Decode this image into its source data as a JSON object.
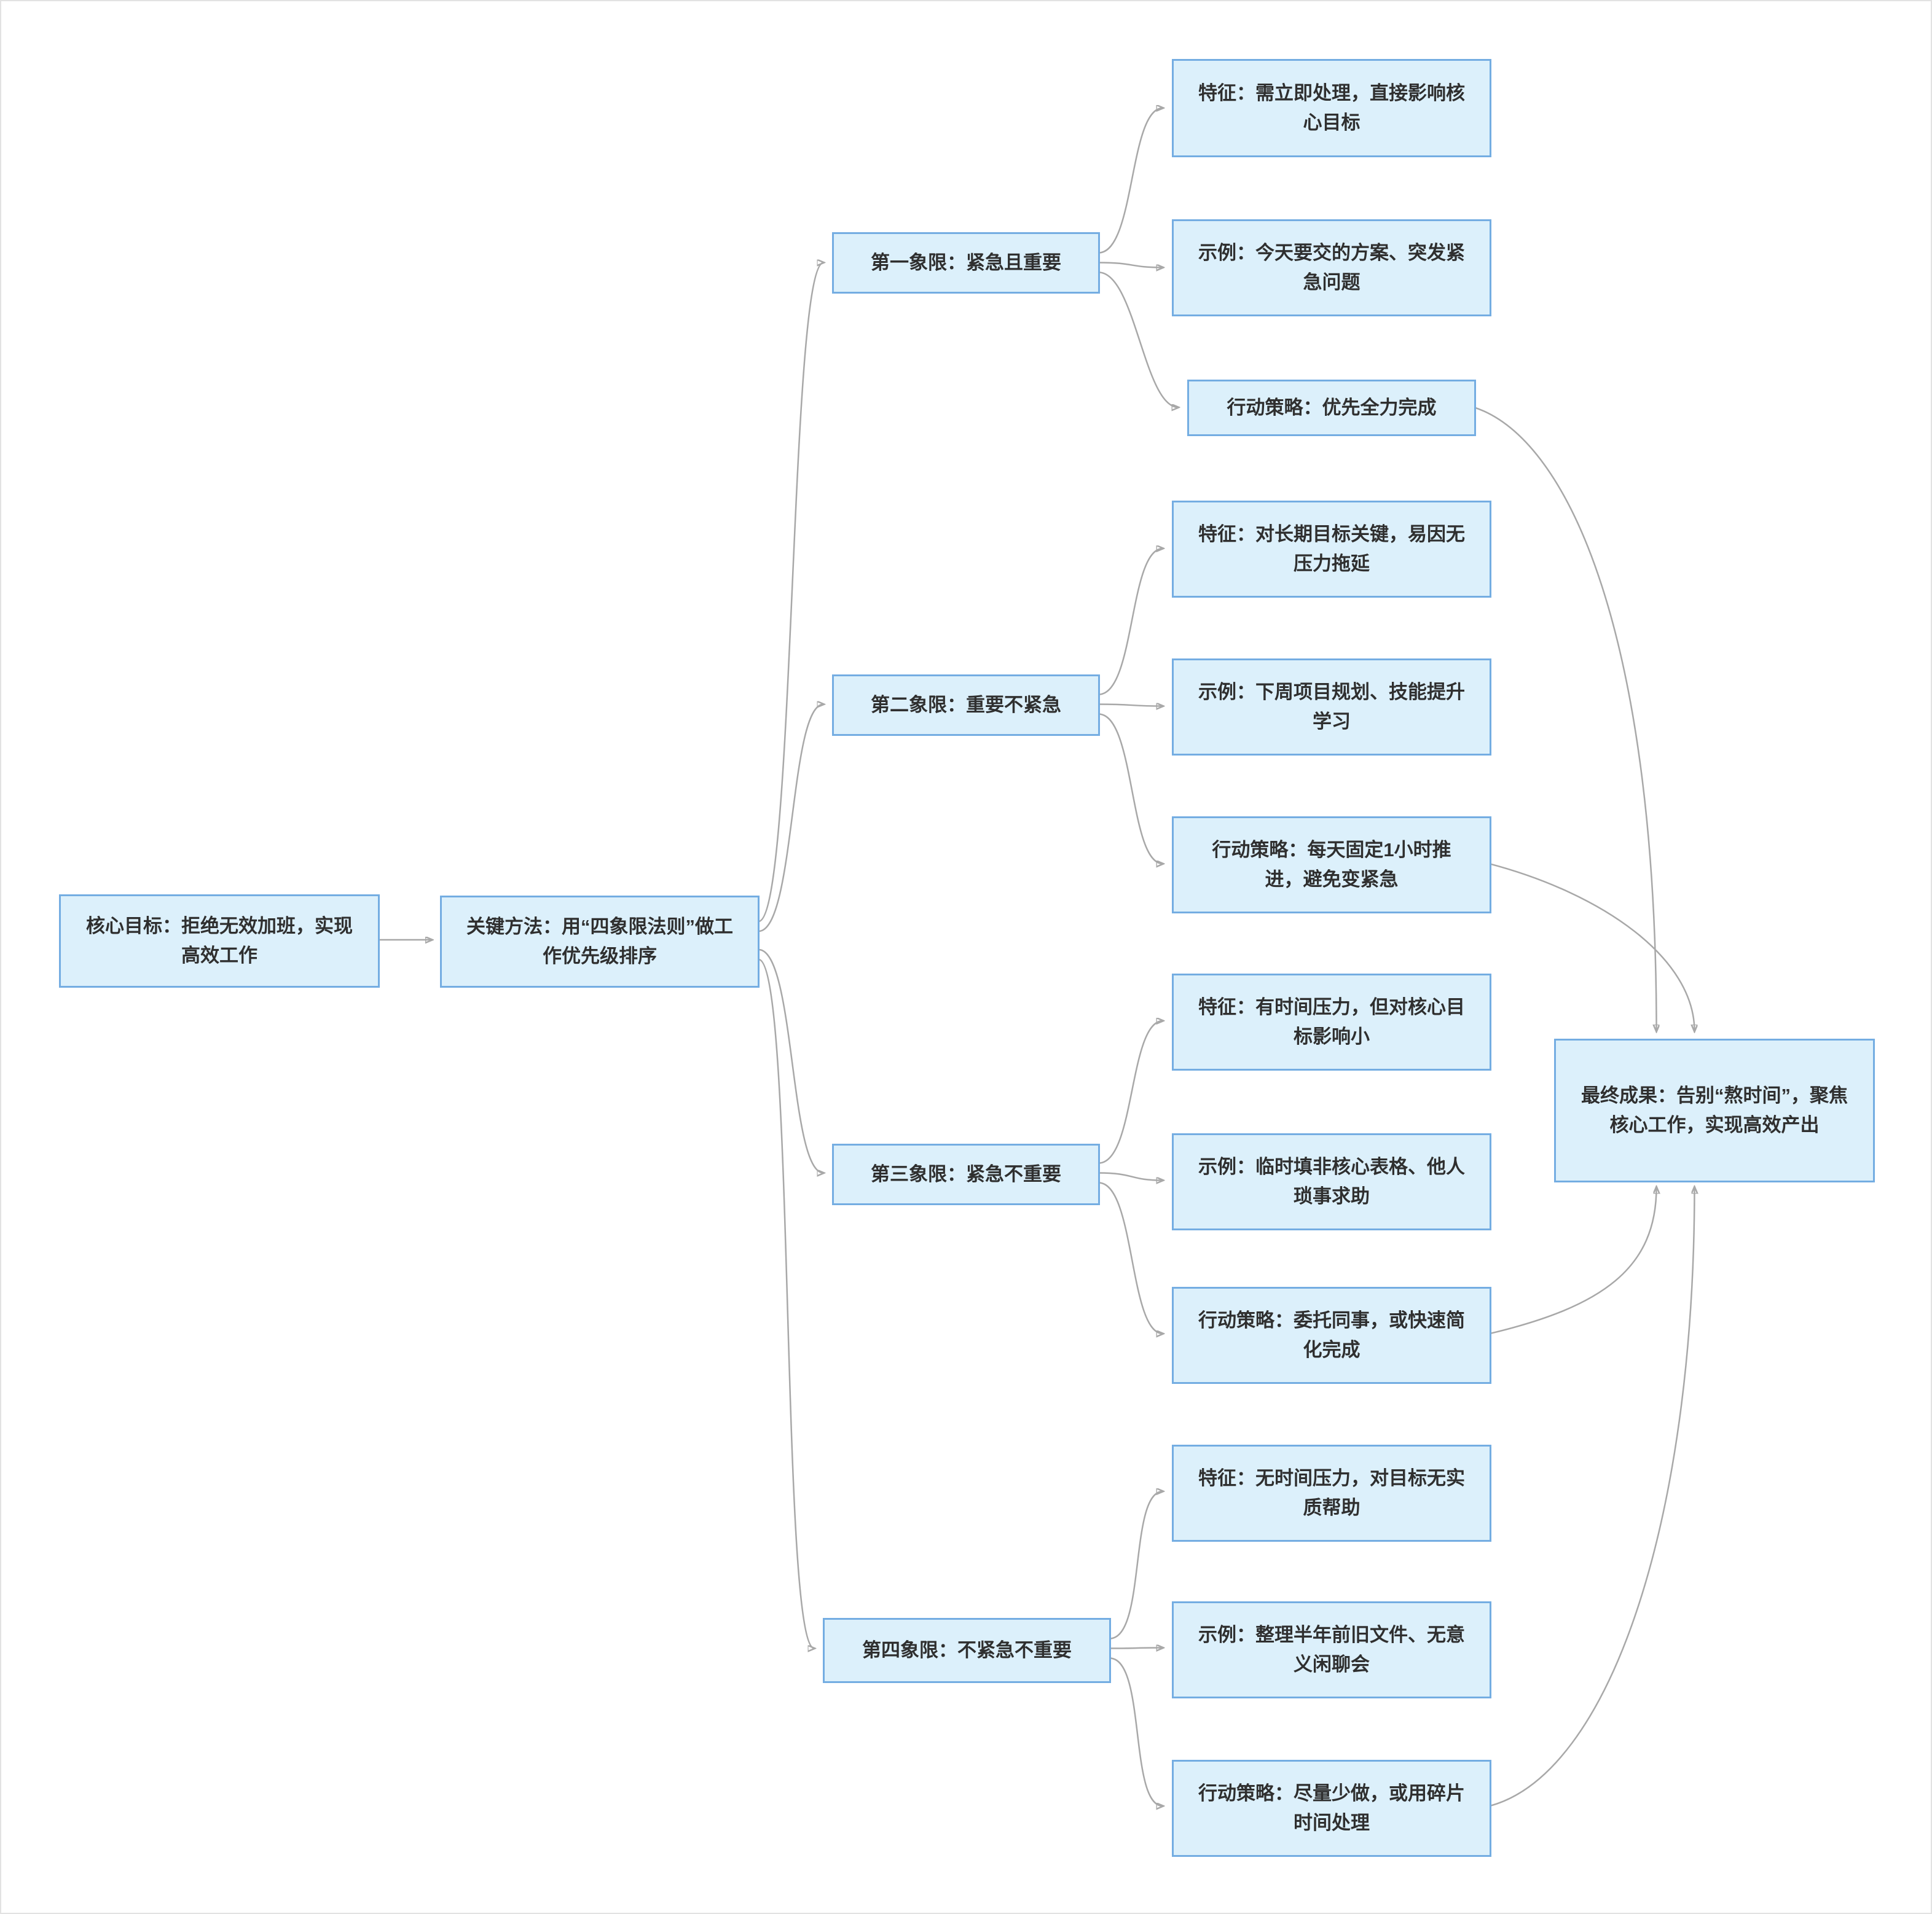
{
  "diagram": {
    "type": "flowchart-mindmap",
    "nodes": {
      "core": {
        "label": "核心目标：拒绝无效加班，实现高效工作"
      },
      "method": {
        "label": "关键方法：用“四象限法则”做工作优先级排序"
      },
      "q1": {
        "label": "第一象限：紧急且重要"
      },
      "q2": {
        "label": "第二象限：重要不紧急"
      },
      "q3": {
        "label": "第三象限：紧急不重要"
      },
      "q4": {
        "label": "第四象限：不紧急不重要"
      },
      "q1_feature": {
        "label": "特征：需立即处理，直接影响核心目标"
      },
      "q1_example": {
        "label": "示例：今天要交的方案、突发紧急问题"
      },
      "q1_action": {
        "label": "行动策略：优先全力完成"
      },
      "q2_feature": {
        "label": "特征：对长期目标关键，易因无压力拖延"
      },
      "q2_example": {
        "label": "示例：下周项目规划、技能提升学习"
      },
      "q2_action": {
        "label": "行动策略：每天固定1小时推进，避免变紧急"
      },
      "q3_feature": {
        "label": "特征：有时间压力，但对核心目标影响小"
      },
      "q3_example": {
        "label": "示例：临时填非核心表格、他人琐事求助"
      },
      "q3_action": {
        "label": "行动策略：委托同事，或快速简化完成"
      },
      "q4_feature": {
        "label": "特征：无时间压力，对目标无实质帮助"
      },
      "q4_example": {
        "label": "示例：整理半年前旧文件、无意义闲聊会"
      },
      "q4_action": {
        "label": "行动策略：尽量少做，或用碎片时间处理"
      },
      "result": {
        "label": "最终成果：告别“熬时间”，聚焦核心工作，实现高效产出"
      }
    },
    "edges": [
      "core→method",
      "method→q1",
      "method→q2",
      "method→q3",
      "method→q4",
      "q1→q1_feature",
      "q1→q1_example",
      "q1→q1_action",
      "q2→q2_feature",
      "q2→q2_example",
      "q2→q2_action",
      "q3→q3_feature",
      "q3→q3_example",
      "q3→q3_action",
      "q4→q4_feature",
      "q4→q4_example",
      "q4→q4_action",
      "q1_action→result",
      "q2_action→result",
      "q3_action→result",
      "q4_action→result"
    ]
  },
  "colors": {
    "node_fill": "#dcf0fb",
    "node_border": "#74ade2",
    "edge": "#a8a8a8",
    "text": "#2f2f2f"
  }
}
